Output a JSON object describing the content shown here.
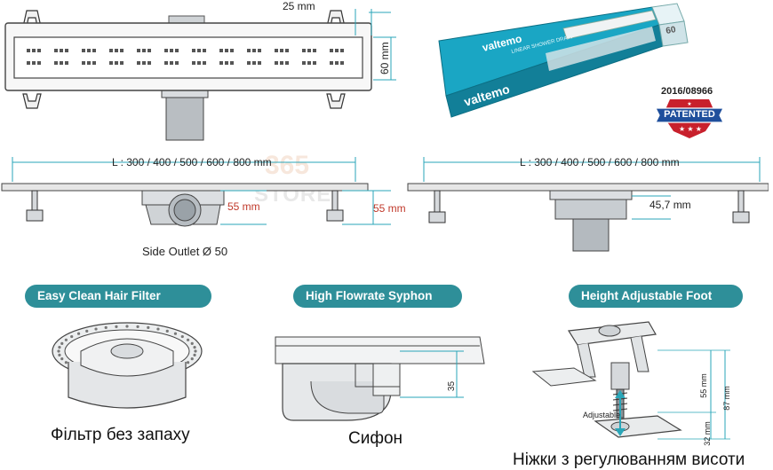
{
  "colors": {
    "accent": "#2e8f99",
    "dim_line": "#2aa6b8",
    "dim_red": "#c0392b",
    "steel": "#8e959b",
    "badge_red": "#c8202c",
    "badge_blue": "#1f4f9c",
    "box_teal": "#1aa6c4"
  },
  "top_view": {
    "width_label": "25 mm",
    "height_label": "60 mm"
  },
  "box": {
    "brand": "valtemo",
    "tagline": "LINEAR SHOWER DRAIN",
    "size": "60"
  },
  "badge": {
    "number": "2016/08966",
    "label": "PATENTED"
  },
  "watermark": {
    "line1": "365",
    "line2": "STORE"
  },
  "side_views": {
    "left": {
      "length_label": "L : 300 / 400 / 500 / 600 / 800 mm",
      "depth_label": "55 mm",
      "outlet_label": "Side Outlet Ø 50"
    },
    "right": {
      "length_label": "L : 300 / 400 / 500 / 600 / 800 mm",
      "height_label": "55 mm",
      "depth_label": "45,7 mm"
    }
  },
  "features": [
    {
      "title": "Easy Clean Hair Filter",
      "caption": "Фільтр без запаху"
    },
    {
      "title": "High Flowrate Syphon",
      "caption": "Сифон",
      "dim": "35"
    },
    {
      "title": "Height Adjustable Foot",
      "caption": "Ніжки з регулюванням висоти",
      "adjustable": "Adjustable",
      "dim_55": "55 mm",
      "dim_87": "87 mm",
      "dim_32": "32 mm"
    }
  ]
}
